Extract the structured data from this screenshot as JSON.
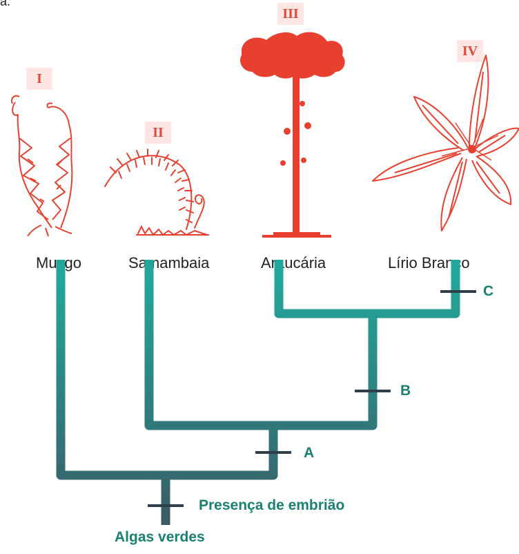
{
  "header_fragment": "a.",
  "plants": [
    {
      "numeral": "I",
      "name": "Musgo",
      "icon": "moss-illustration"
    },
    {
      "numeral": "II",
      "name": "Samambaia",
      "icon": "fern-illustration"
    },
    {
      "numeral": "III",
      "name": "Araucária",
      "icon": "araucaria-tree-illustration"
    },
    {
      "numeral": "IV",
      "name": "Lírio Branco",
      "icon": "lily-flower-illustration"
    }
  ],
  "markers": {
    "a": "A",
    "b": "B",
    "c": "C",
    "embryo": "Presença de embrião"
  },
  "root_label": "Algas verdes",
  "colors": {
    "illustration": "#e8402f",
    "numeral_bg": "#fde6e4",
    "branch_top": "#23a79a",
    "branch_bottom": "#3a5a66",
    "tick": "#2f3e48",
    "label_green": "#1a8070"
  }
}
